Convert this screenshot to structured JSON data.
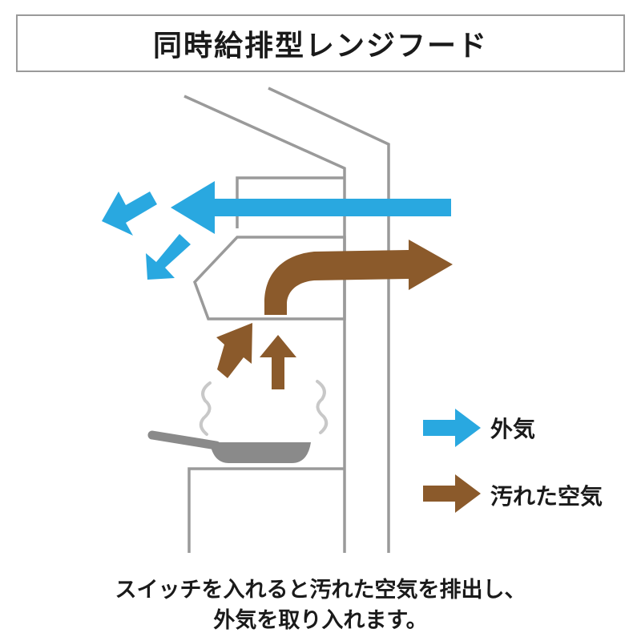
{
  "title": "同時給排型レンジフード",
  "legend": {
    "outside_air": "外気",
    "dirty_air": "汚れた空気"
  },
  "caption": {
    "line1": "スイッチを入れると汚れた空気を排出し、",
    "line2": "外気を取り入れます。"
  },
  "colors": {
    "outside_air": "#29a8e0",
    "dirty_air": "#8b5a2b",
    "outline": "#9a9a9a",
    "pan": "#8a8a8a",
    "steam": "#c8c8c8"
  }
}
